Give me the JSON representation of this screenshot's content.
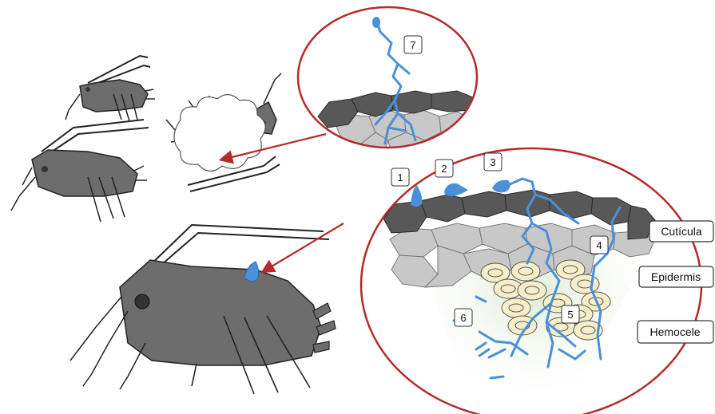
{
  "diagram": {
    "layer_labels": {
      "cuticle": "Cutícula",
      "epidermis": "Epidermis",
      "hemocele": "Hemocele"
    },
    "step_numbers": [
      "1",
      "2",
      "3",
      "4",
      "5",
      "6",
      "7"
    ]
  },
  "colors": {
    "insect_body": "#6d6d6d",
    "cuticle": "#585858",
    "epidermis": "#c8c8c8",
    "fungus": "#4a90d9",
    "hemocyte": "#f6eec9",
    "circle_border": "#b52a2a",
    "arrow": "#b52a2a",
    "hemolymph_glow": "#dcebd0"
  }
}
